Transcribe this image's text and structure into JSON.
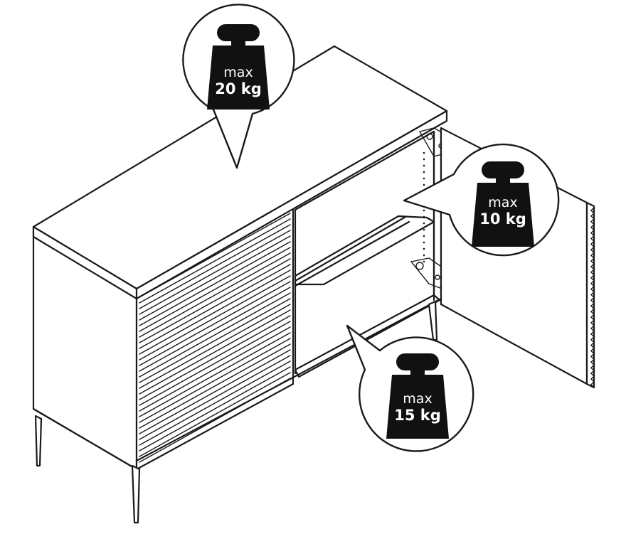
{
  "callouts": {
    "top": {
      "line1": "max",
      "line2": "20 kg"
    },
    "shelf": {
      "line1": "max",
      "line2": "10 kg"
    },
    "bottom": {
      "line1": "max",
      "line2": "15 kg"
    }
  },
  "colors": {
    "ink": "#1a1a1a",
    "weight_fill": "#111111",
    "background": "#ffffff"
  }
}
